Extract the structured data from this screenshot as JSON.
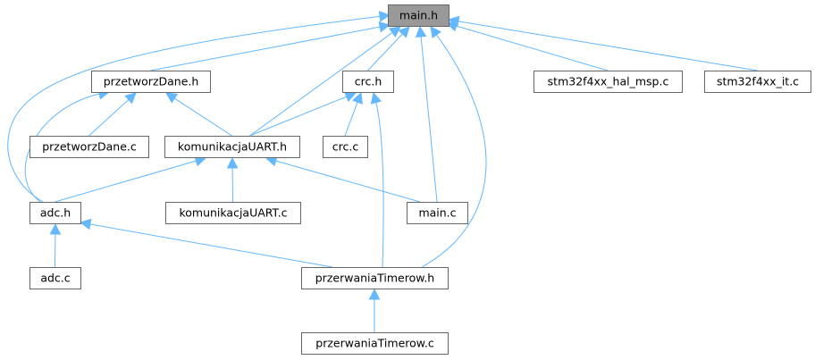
{
  "graph": {
    "edge_color": "#63b8ff",
    "node_border": "#666666",
    "root_fill": "#999999",
    "nodes": [
      {
        "id": "main_h",
        "label": "main.h",
        "root": true
      },
      {
        "id": "przetworzDane_h",
        "label": "przetworzDane.h"
      },
      {
        "id": "crc_h",
        "label": "crc.h"
      },
      {
        "id": "hal_msp_c",
        "label": "stm32f4xx_hal_msp.c"
      },
      {
        "id": "it_c",
        "label": "stm32f4xx_it.c"
      },
      {
        "id": "przetworzDane_c",
        "label": "przetworzDane.c"
      },
      {
        "id": "komunikacjaUART_h",
        "label": "komunikacjaUART.h"
      },
      {
        "id": "crc_c",
        "label": "crc.c"
      },
      {
        "id": "adc_h",
        "label": "adc.h"
      },
      {
        "id": "komunikacjaUART_c",
        "label": "komunikacjaUART.c"
      },
      {
        "id": "main_c",
        "label": "main.c"
      },
      {
        "id": "adc_c",
        "label": "adc.c"
      },
      {
        "id": "przerwaniaTimerow_h",
        "label": "przerwaniaTimerow.h"
      },
      {
        "id": "przerwaniaTimerow_c",
        "label": "przerwaniaTimerow.c"
      }
    ],
    "edges": [
      {
        "from": "przetworzDane_h",
        "to": "main_h"
      },
      {
        "from": "crc_h",
        "to": "main_h"
      },
      {
        "from": "hal_msp_c",
        "to": "main_h"
      },
      {
        "from": "it_c",
        "to": "main_h"
      },
      {
        "from": "komunikacjaUART_h",
        "to": "main_h"
      },
      {
        "from": "adc_h",
        "to": "main_h"
      },
      {
        "from": "main_c",
        "to": "main_h"
      },
      {
        "from": "przerwaniaTimerow_h",
        "to": "main_h"
      },
      {
        "from": "przetworzDane_c",
        "to": "przetworzDane_h"
      },
      {
        "from": "komunikacjaUART_h",
        "to": "przetworzDane_h"
      },
      {
        "from": "adc_h",
        "to": "przetworzDane_h"
      },
      {
        "from": "komunikacjaUART_h",
        "to": "crc_h"
      },
      {
        "from": "crc_c",
        "to": "crc_h"
      },
      {
        "from": "przerwaniaTimerow_h",
        "to": "crc_h"
      },
      {
        "from": "adc_h",
        "to": "komunikacjaUART_h"
      },
      {
        "from": "komunikacjaUART_c",
        "to": "komunikacjaUART_h"
      },
      {
        "from": "main_c",
        "to": "komunikacjaUART_h"
      },
      {
        "from": "adc_c",
        "to": "adc_h"
      },
      {
        "from": "przerwaniaTimerow_h",
        "to": "adc_h"
      },
      {
        "from": "przerwaniaTimerow_c",
        "to": "przerwaniaTimerow_h"
      }
    ]
  }
}
